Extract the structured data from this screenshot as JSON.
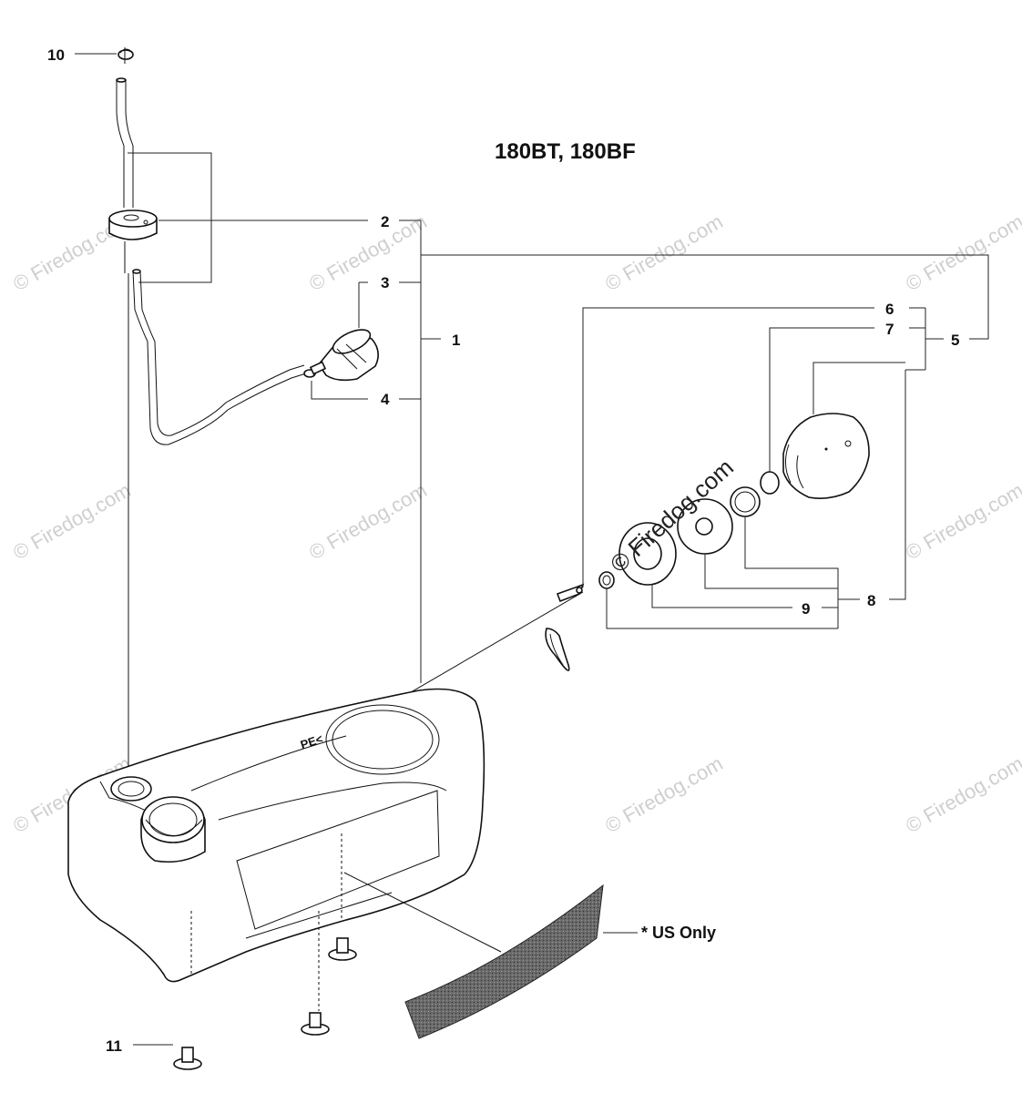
{
  "title": "180BT, 180BF",
  "note": "* US Only",
  "callouts": {
    "c1": "1",
    "c2": "2",
    "c3": "3",
    "c4": "4",
    "c5": "5",
    "c6": "6",
    "c7": "7",
    "c8": "8",
    "c9": "9",
    "c10": "10",
    "c11": "11"
  },
  "watermark": {
    "text": "© Firedog.com",
    "color": "#cfcfcf"
  },
  "colors": {
    "line": "#111111",
    "background": "#ffffff",
    "decal": "#5a5a5a"
  }
}
